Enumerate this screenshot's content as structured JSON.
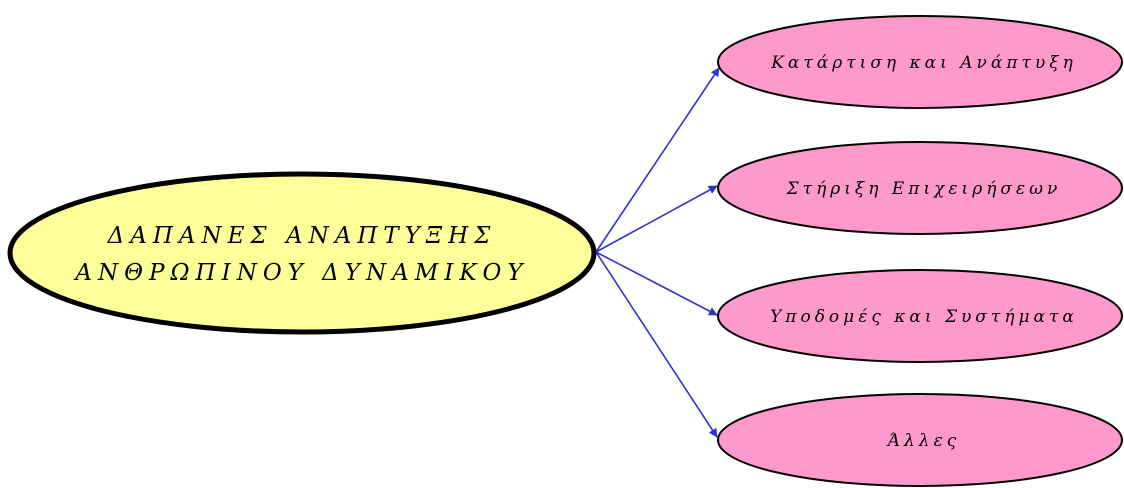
{
  "center_node": {
    "lines": [
      "ΔΑΠΑΝΕΣ ΑΝΑΠΤΥΞΗΣ",
      "ΑΝΘΡΩΠΙΝΟΥ ΔΥΝΑΜΙΚΟΥ"
    ],
    "fill_color": "#ffff99",
    "stroke_color": "#000000"
  },
  "branch_nodes": [
    {
      "label": "Κατάρτιση και Ανάπτυξη"
    },
    {
      "label": "Στήριξη Επιχειρήσεων"
    },
    {
      "label": "Υποδομές και Συστήματα"
    },
    {
      "label": "Άλλες"
    }
  ],
  "branch_style": {
    "fill_color": "#ff99cc",
    "stroke_color": "#000000"
  },
  "connector_color": "#3333cc"
}
